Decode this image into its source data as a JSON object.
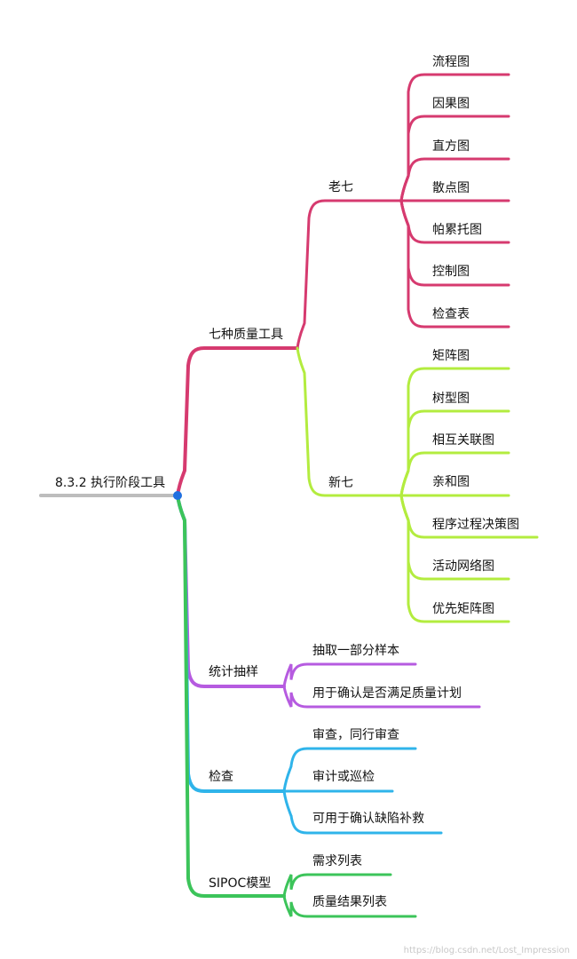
{
  "colors": {
    "root": "#bdbdbd",
    "tools": "#d63a6f",
    "new_seven": "#b3ec3f",
    "sampling": "#b65be0",
    "inspection": "#2fb4ea",
    "sipoc": "#3cc45a",
    "dot": "#1f6fe0"
  },
  "root": {
    "label": "8.3.2 执行阶段工具"
  },
  "branches": {
    "tools": {
      "label": "七种质量工具",
      "old": {
        "label": "老七",
        "items": [
          "流程图",
          "因果图",
          "直方图",
          "散点图",
          "帕累托图",
          "控制图",
          "检查表"
        ]
      },
      "new": {
        "label": "新七",
        "items": [
          "矩阵图",
          "树型图",
          "相互关联图",
          "亲和图",
          "程序过程决策图",
          "活动网络图",
          "优先矩阵图"
        ]
      }
    },
    "sampling": {
      "label": "统计抽样",
      "items": [
        "抽取一部分样本",
        "用于确认是否满足质量计划"
      ]
    },
    "inspection": {
      "label": "检查",
      "items": [
        "审查，同行审查",
        "审计或巡检",
        "可用于确认缺陷补救"
      ]
    },
    "sipoc": {
      "label": "SIPOC模型",
      "items": [
        "需求列表",
        "质量结果列表"
      ]
    }
  },
  "watermark": "https://blog.csdn.net/Lost_Impression"
}
